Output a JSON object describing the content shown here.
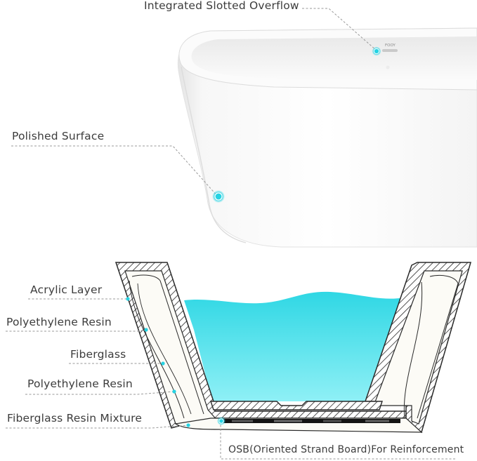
{
  "product": {
    "badge_text": "FOOY"
  },
  "callouts": {
    "overflow": "Integrated Slotted Overflow",
    "surface": "Polished  Surface"
  },
  "layers": [
    "Acrylic Layer",
    "Polyethylene Resin",
    "Fiberglass",
    "Polyethylene Resin",
    "Fiberglass Resin Mixture"
  ],
  "base_label": "OSB(Oriented Strand Board)For Reinforcement",
  "colors": {
    "accent": "#26d3e3",
    "water": "#36dbe6",
    "tub": "#f7f7f7",
    "hatch": "#2a2a2a",
    "leader": "#9a9a9a",
    "text": "#3c3c3c"
  }
}
